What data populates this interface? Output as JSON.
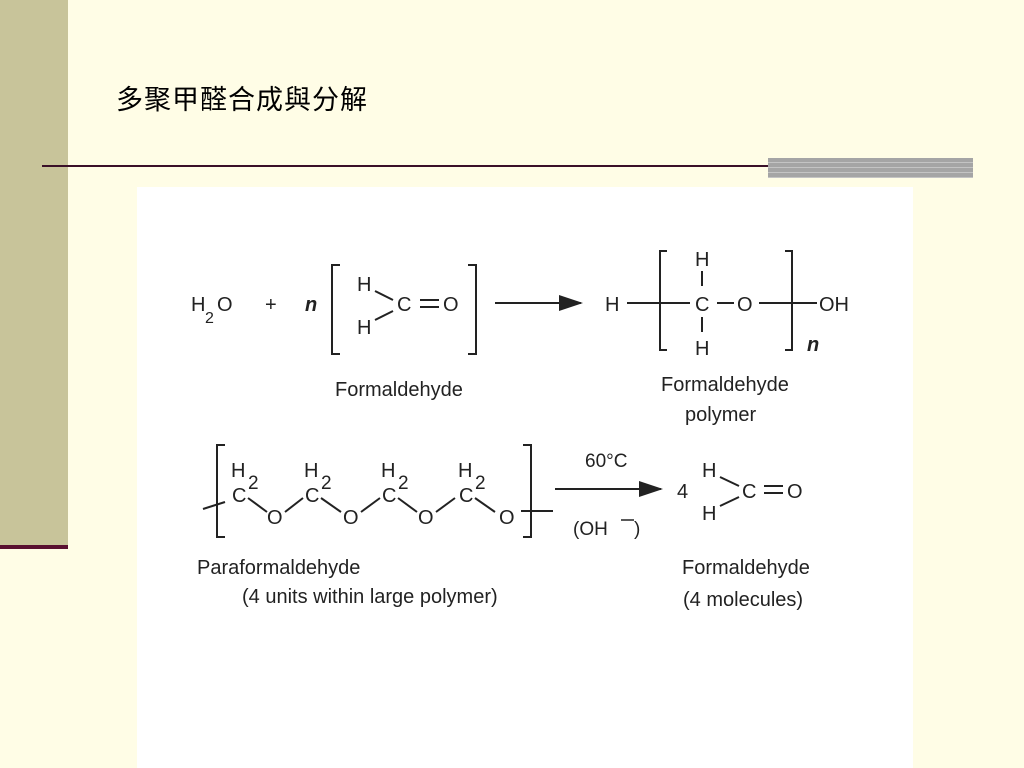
{
  "slide": {
    "title": "多聚甲醛合成與分解"
  },
  "reaction_top": {
    "reactant_water": {
      "main": "H",
      "sub": "2",
      "tail": "O"
    },
    "plus": "+",
    "coef": "n",
    "formaldehyde_atoms": {
      "h1": "H",
      "h2": "H",
      "c": "C",
      "o": "O"
    },
    "formaldehyde_label": "Formaldehyde",
    "polymer_atoms": {
      "h_top": "H",
      "h_bottom": "H",
      "h_left": "H",
      "c": "C",
      "o": "O",
      "oh": "OH"
    },
    "polymer_subscript": "n",
    "polymer_label_line1": "Formaldehyde",
    "polymer_label_line2": "polymer"
  },
  "reaction_bottom": {
    "para_units": [
      {
        "h": "H",
        "sub": "2",
        "c": "C",
        "o": "O"
      },
      {
        "h": "H",
        "sub": "2",
        "c": "C",
        "o": "O"
      },
      {
        "h": "H",
        "sub": "2",
        "c": "C",
        "o": "O"
      },
      {
        "h": "H",
        "sub": "2",
        "c": "C",
        "o": "O"
      }
    ],
    "condition_temp": "60°C",
    "condition_catalyst": "(OH",
    "condition_catalyst_close": ")",
    "coef": "4",
    "product_atoms": {
      "h1": "H",
      "h2": "H",
      "c": "C",
      "o": "O"
    },
    "para_label_line1": "Paraformaldehyde",
    "para_label_line2": "(4 units within large polymer)",
    "product_label_line1": "Formaldehyde",
    "product_label_line2": "(4 molecules)"
  }
}
